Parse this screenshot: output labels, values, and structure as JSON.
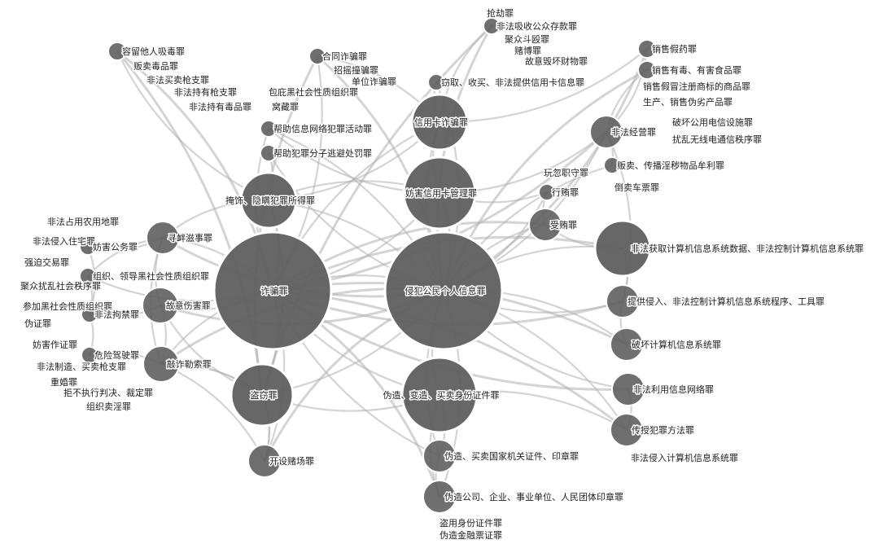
{
  "colors": {
    "node_fill": "#5f5f5f",
    "node_stroke": "#ffffff",
    "edge": "#b0b0b0",
    "label_halo": "#ffffff",
    "label_text": "#222222"
  },
  "nodes": [
    {
      "id": "zhapian",
      "label": "诈骗罪"
    },
    {
      "id": "qinfan_geren",
      "label": "侵犯公民个人信息罪"
    },
    {
      "id": "yanshi",
      "label": "掩饰、隐瞒犯罪所得罪"
    },
    {
      "id": "daoqie",
      "label": "盗窃罪"
    },
    {
      "id": "weizao_shenfen",
      "label": "伪造、变造、买卖身份证件罪"
    },
    {
      "id": "xinyongka_zhapian",
      "label": "信用卡诈骗罪"
    },
    {
      "id": "fanghai_xinyongka",
      "label": "妨害信用卡管理罪"
    },
    {
      "id": "feifa_huoqu",
      "label": "非法获取计算机信息系统数据、非法控制计算机信息系统罪"
    },
    {
      "id": "tigong_qinru",
      "label": "提供侵入、非法控制计算机信息系统程序、工具罪"
    },
    {
      "id": "pohuai_jisuanji",
      "label": "破坏计算机信息系统罪"
    },
    {
      "id": "feifa_liyong",
      "label": "非法利用信息网络罪"
    },
    {
      "id": "chuanshou",
      "label": "传授犯罪方法罪"
    },
    {
      "id": "feifa_qinru",
      "label": "非法侵入计算机信息系统罪"
    },
    {
      "id": "xunxin",
      "label": "寻衅滋事罪"
    },
    {
      "id": "guyi_shanghai",
      "label": "故意伤害罪"
    },
    {
      "id": "qiaozha",
      "label": "敲诈勒索罪"
    },
    {
      "id": "kaishe_duchang",
      "label": "开设赌场罪"
    },
    {
      "id": "weizao_guojia",
      "label": "伪造、买卖国家机关证件、印章罪"
    },
    {
      "id": "weizao_gongsi",
      "label": "伪造公司、企业、事业单位、人民团体印章罪"
    },
    {
      "id": "daoyong_shenfen",
      "label": "盗用身份证件罪"
    },
    {
      "id": "weizao_jinrong",
      "label": "伪造金融票证罪"
    },
    {
      "id": "feifa_jingying",
      "label": "非法经营罪"
    },
    {
      "id": "shouhui",
      "label": "受贿罪"
    },
    {
      "id": "xinghui",
      "label": "行贿罪"
    },
    {
      "id": "wanhu",
      "label": "玩忽职守罪"
    },
    {
      "id": "daomai_chepiao",
      "label": "倒卖车票罪"
    },
    {
      "id": "fanmai_yinhui",
      "label": "贩卖、传播淫秽物品牟利罪"
    },
    {
      "id": "pohuai_dianxin",
      "label": "破坏公用电信设施罪"
    },
    {
      "id": "raoluan_wuxian",
      "label": "扰乱无线电通信秩序罪"
    },
    {
      "id": "xiaoshou_jiayao",
      "label": "销售假药罪"
    },
    {
      "id": "xiaoshou_youdu",
      "label": "销售有毒、有害食品罪"
    },
    {
      "id": "xiaoshou_jiamao",
      "label": "销售假冒注册商标的商品罪"
    },
    {
      "id": "shengchan_weilie",
      "label": "生产、销售伪劣产品罪"
    },
    {
      "id": "qiequ_xinyongka",
      "label": "窃取、收买、非法提供信用卡信息罪"
    },
    {
      "id": "qiangjie",
      "label": "抢劫罪"
    },
    {
      "id": "feifa_xishou",
      "label": "非法吸收公众存款罪"
    },
    {
      "id": "juzhong_dou",
      "label": "聚众斗殴罪"
    },
    {
      "id": "dubo",
      "label": "赌博罪"
    },
    {
      "id": "guyi_huihuai",
      "label": "故意毁坏财物罪"
    },
    {
      "id": "hetong_zhapian",
      "label": "合同诈骗罪"
    },
    {
      "id": "zhaoyao",
      "label": "招摇撞骗罪"
    },
    {
      "id": "danwei_zhapian",
      "label": "单位诈骗罪"
    },
    {
      "id": "baobi_hei",
      "label": "包庇黑社会性质组织罪"
    },
    {
      "id": "wocang",
      "label": "窝藏罪"
    },
    {
      "id": "bangzhu_xinxi",
      "label": "帮助信息网络犯罪活动罪"
    },
    {
      "id": "bangzhu_taobi",
      "label": "帮助犯罪分子逃避处罚罪"
    },
    {
      "id": "rongliu_xidu",
      "label": "容留他人吸毒罪"
    },
    {
      "id": "fanmai_dupin",
      "label": "贩卖毒品罪"
    },
    {
      "id": "feifa_maimai_qiang",
      "label": "非法买卖枪支罪"
    },
    {
      "id": "feifa_chiyou_qiang",
      "label": "非法持有枪支罪"
    },
    {
      "id": "feifa_chiyou_dupin",
      "label": "非法持有毒品罪"
    },
    {
      "id": "feifa_zhanyong",
      "label": "非法占用农用地罪"
    },
    {
      "id": "feifa_qinru_zhuzhai",
      "label": "非法侵入住宅罪"
    },
    {
      "id": "fanghai_gongwu",
      "label": "妨害公务罪"
    },
    {
      "id": "qiangpo_jiaoyi",
      "label": "强迫交易罪"
    },
    {
      "id": "zuzhi_lingdao_hei",
      "label": "组织、领导黑社会性质组织罪"
    },
    {
      "id": "juzhong_raoluan",
      "label": "聚众扰乱社会秩序罪"
    },
    {
      "id": "canjia_hei",
      "label": "参加黑社会性质组织罪"
    },
    {
      "id": "feifa_jujin",
      "label": "非法拘禁罪"
    },
    {
      "id": "weizheng",
      "label": "伪证罪"
    },
    {
      "id": "fanghai_zuozheng",
      "label": "妨害作证罪"
    },
    {
      "id": "weixian_jiashi",
      "label": "危险驾驶罪"
    },
    {
      "id": "feifa_zhizao_qiang",
      "label": "非法制造、买卖枪支罪"
    },
    {
      "id": "chonghun",
      "label": "重婚罪"
    },
    {
      "id": "jubu_zhixing",
      "label": "拒不执行判决、裁定罪"
    },
    {
      "id": "zuzhi_maiyin",
      "label": "组织卖淫罪"
    }
  ]
}
